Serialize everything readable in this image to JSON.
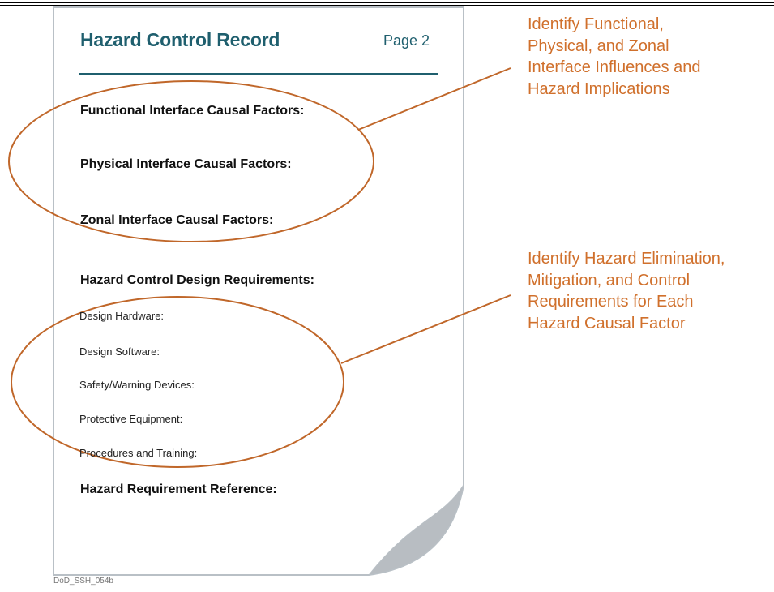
{
  "document": {
    "title": "Hazard Control Record",
    "page_label": "Page 2",
    "headings": {
      "functional": "Functional Interface Causal Factors:",
      "physical": "Physical Interface Causal Factors:",
      "zonal": "Zonal Interface Causal Factors:",
      "design_requirements": "Hazard Control Design Requirements:",
      "requirement_reference": "Hazard Requirement Reference:"
    },
    "sub_items": [
      "Design Hardware:",
      "Design Software:",
      "Safety/Warning Devices:",
      "Protective Equipment:",
      "Procedures and Training:"
    ]
  },
  "callouts": {
    "upper": [
      "Identify Functional,",
      "Physical, and Zonal",
      "Interface Influences and",
      "Hazard Implications"
    ],
    "lower": [
      "Identify Hazard Elimination,",
      "Mitigation, and Control",
      "Requirements for Each",
      "Hazard Causal Factor"
    ]
  },
  "footer_id": "DoD_SSH_054b",
  "colors": {
    "title": "#1f5f6e",
    "callout": "#d0702c",
    "ellipse": "#c0672a",
    "page_curl": "#b8bdc2"
  }
}
